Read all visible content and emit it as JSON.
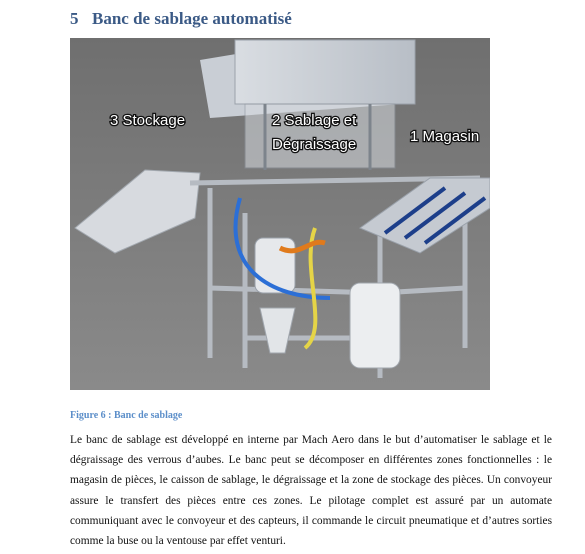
{
  "section": {
    "number": "5",
    "title": "Banc de sablage automatisé"
  },
  "figure": {
    "labels": {
      "stockage": "3 Stockage",
      "sablage_line1": "2 Sablage et",
      "sablage_line2": "Dégraissage",
      "magasin": "1 Magasin"
    },
    "caption": "Figure 6 : Banc de sablage"
  },
  "paragraph": "Le banc de sablage est développé en interne par Mach Aero dans le but d’automatiser le sablage et le dégraissage des verrous d’aubes. Le banc peut se décomposer en différentes zones fonctionnelles : le magasin de pièces, le caisson de sablage, le dégraissage et la zone de stockage des pièces. Un convoyeur assure le transfert des pièces entre ces zones. Le pilotage complet est assuré par un automate communiquant avec le convoyeur et des capteurs, il commande le circuit pneumatique et d’autres sorties comme la buse ou la ventouse par effet venturi.",
  "colors": {
    "heading": "#3b5a86",
    "caption": "#5b8ec9",
    "figure_background": "#7c7c7c"
  }
}
